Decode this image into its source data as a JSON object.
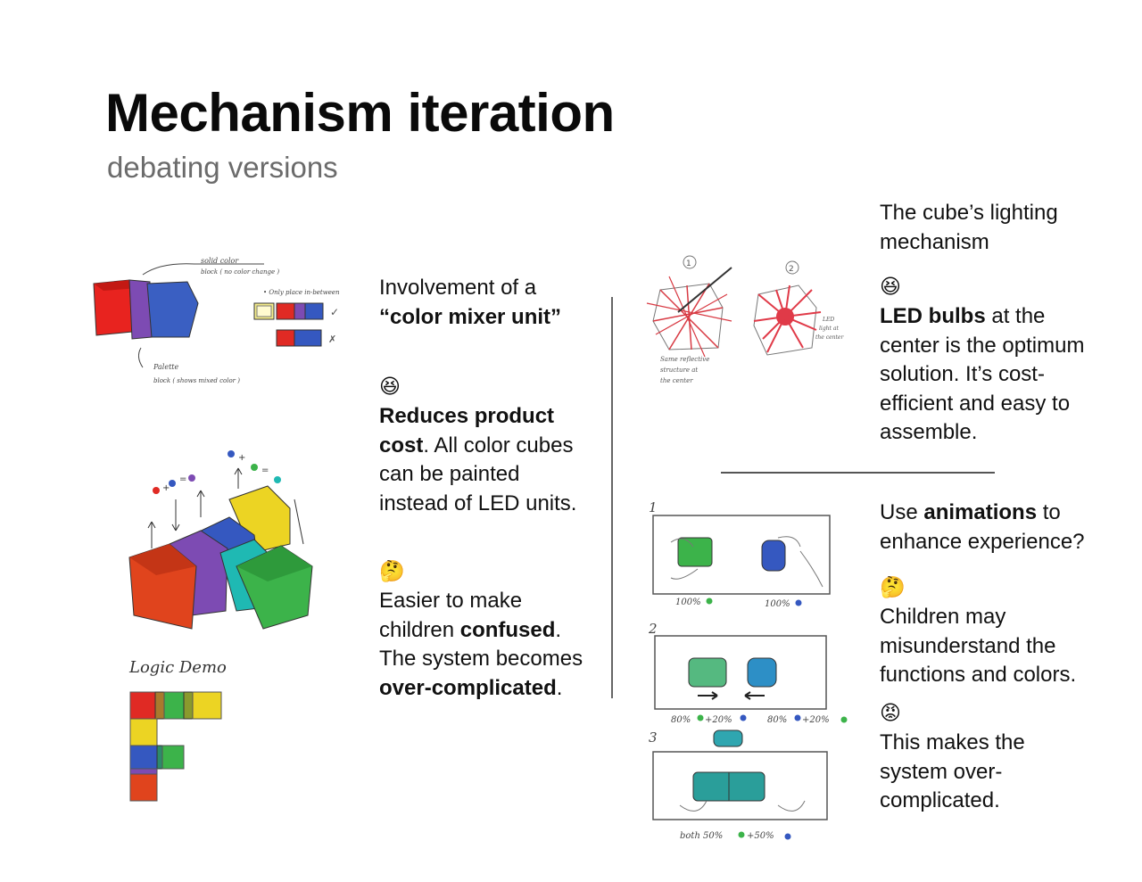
{
  "header": {
    "title": "Mechanism iteration",
    "subtitle": "debating versions"
  },
  "left_column": {
    "heading_line1": "Involvement of a",
    "heading_line2": "“color mixer unit”",
    "pro_emoji": "😆",
    "pro_bold": "Reduces product cost",
    "pro_text": ". All color cubes can be painted instead of LED units.",
    "con_emoji": "🤔",
    "con_text1": "Easier to make children ",
    "con_bold1": "confused",
    "con_text2": ". The system becomes ",
    "con_bold2": "over-complicated",
    "con_text3": "."
  },
  "right_top": {
    "heading": "The cube’s lighting mechanism",
    "emoji": "😆",
    "bold": "LED bulbs",
    "text": " at the center is the optimum solution. It’s cost-efficient and easy to assemble."
  },
  "right_bottom": {
    "heading_pre": "Use ",
    "heading_bold": "animations",
    "heading_post": " to enhance experience?",
    "emoji1": "🤔",
    "text1": "Children may misunderstand the functions and colors.",
    "emoji2": "😡",
    "text2": "This makes the system over-complicated."
  },
  "sketch_labels": {
    "solid_color": "solid color",
    "solid_color_sub": "block ( no color change )",
    "only_place": "• Only place in-between",
    "palette": "Palette",
    "palette_sub": "block ( shows mixed color )",
    "logic_demo": "Logic Demo",
    "num1": "1",
    "num2": "2",
    "num3": "3",
    "same_reflective": "Same reflective",
    "structure_at": "structure at",
    "the_center": "the center",
    "led_light": "LED",
    "light_at": "light at",
    "center2": "the center",
    "pct_100_a": "100%",
    "pct_100_b": "100%",
    "pct_80_a": "80%",
    "pct_20_a": "+20%",
    "pct_80_b": "80%",
    "pct_20_b": "+20%",
    "both": "both 50%",
    "plus50": "+50%"
  },
  "colors": {
    "red": "#e02a24",
    "purple": "#7d4bb3",
    "blue": "#3558c0",
    "yellow": "#ecd423",
    "green": "#3cb34a",
    "teal": "#1fb9b3",
    "divider": "#666666"
  }
}
